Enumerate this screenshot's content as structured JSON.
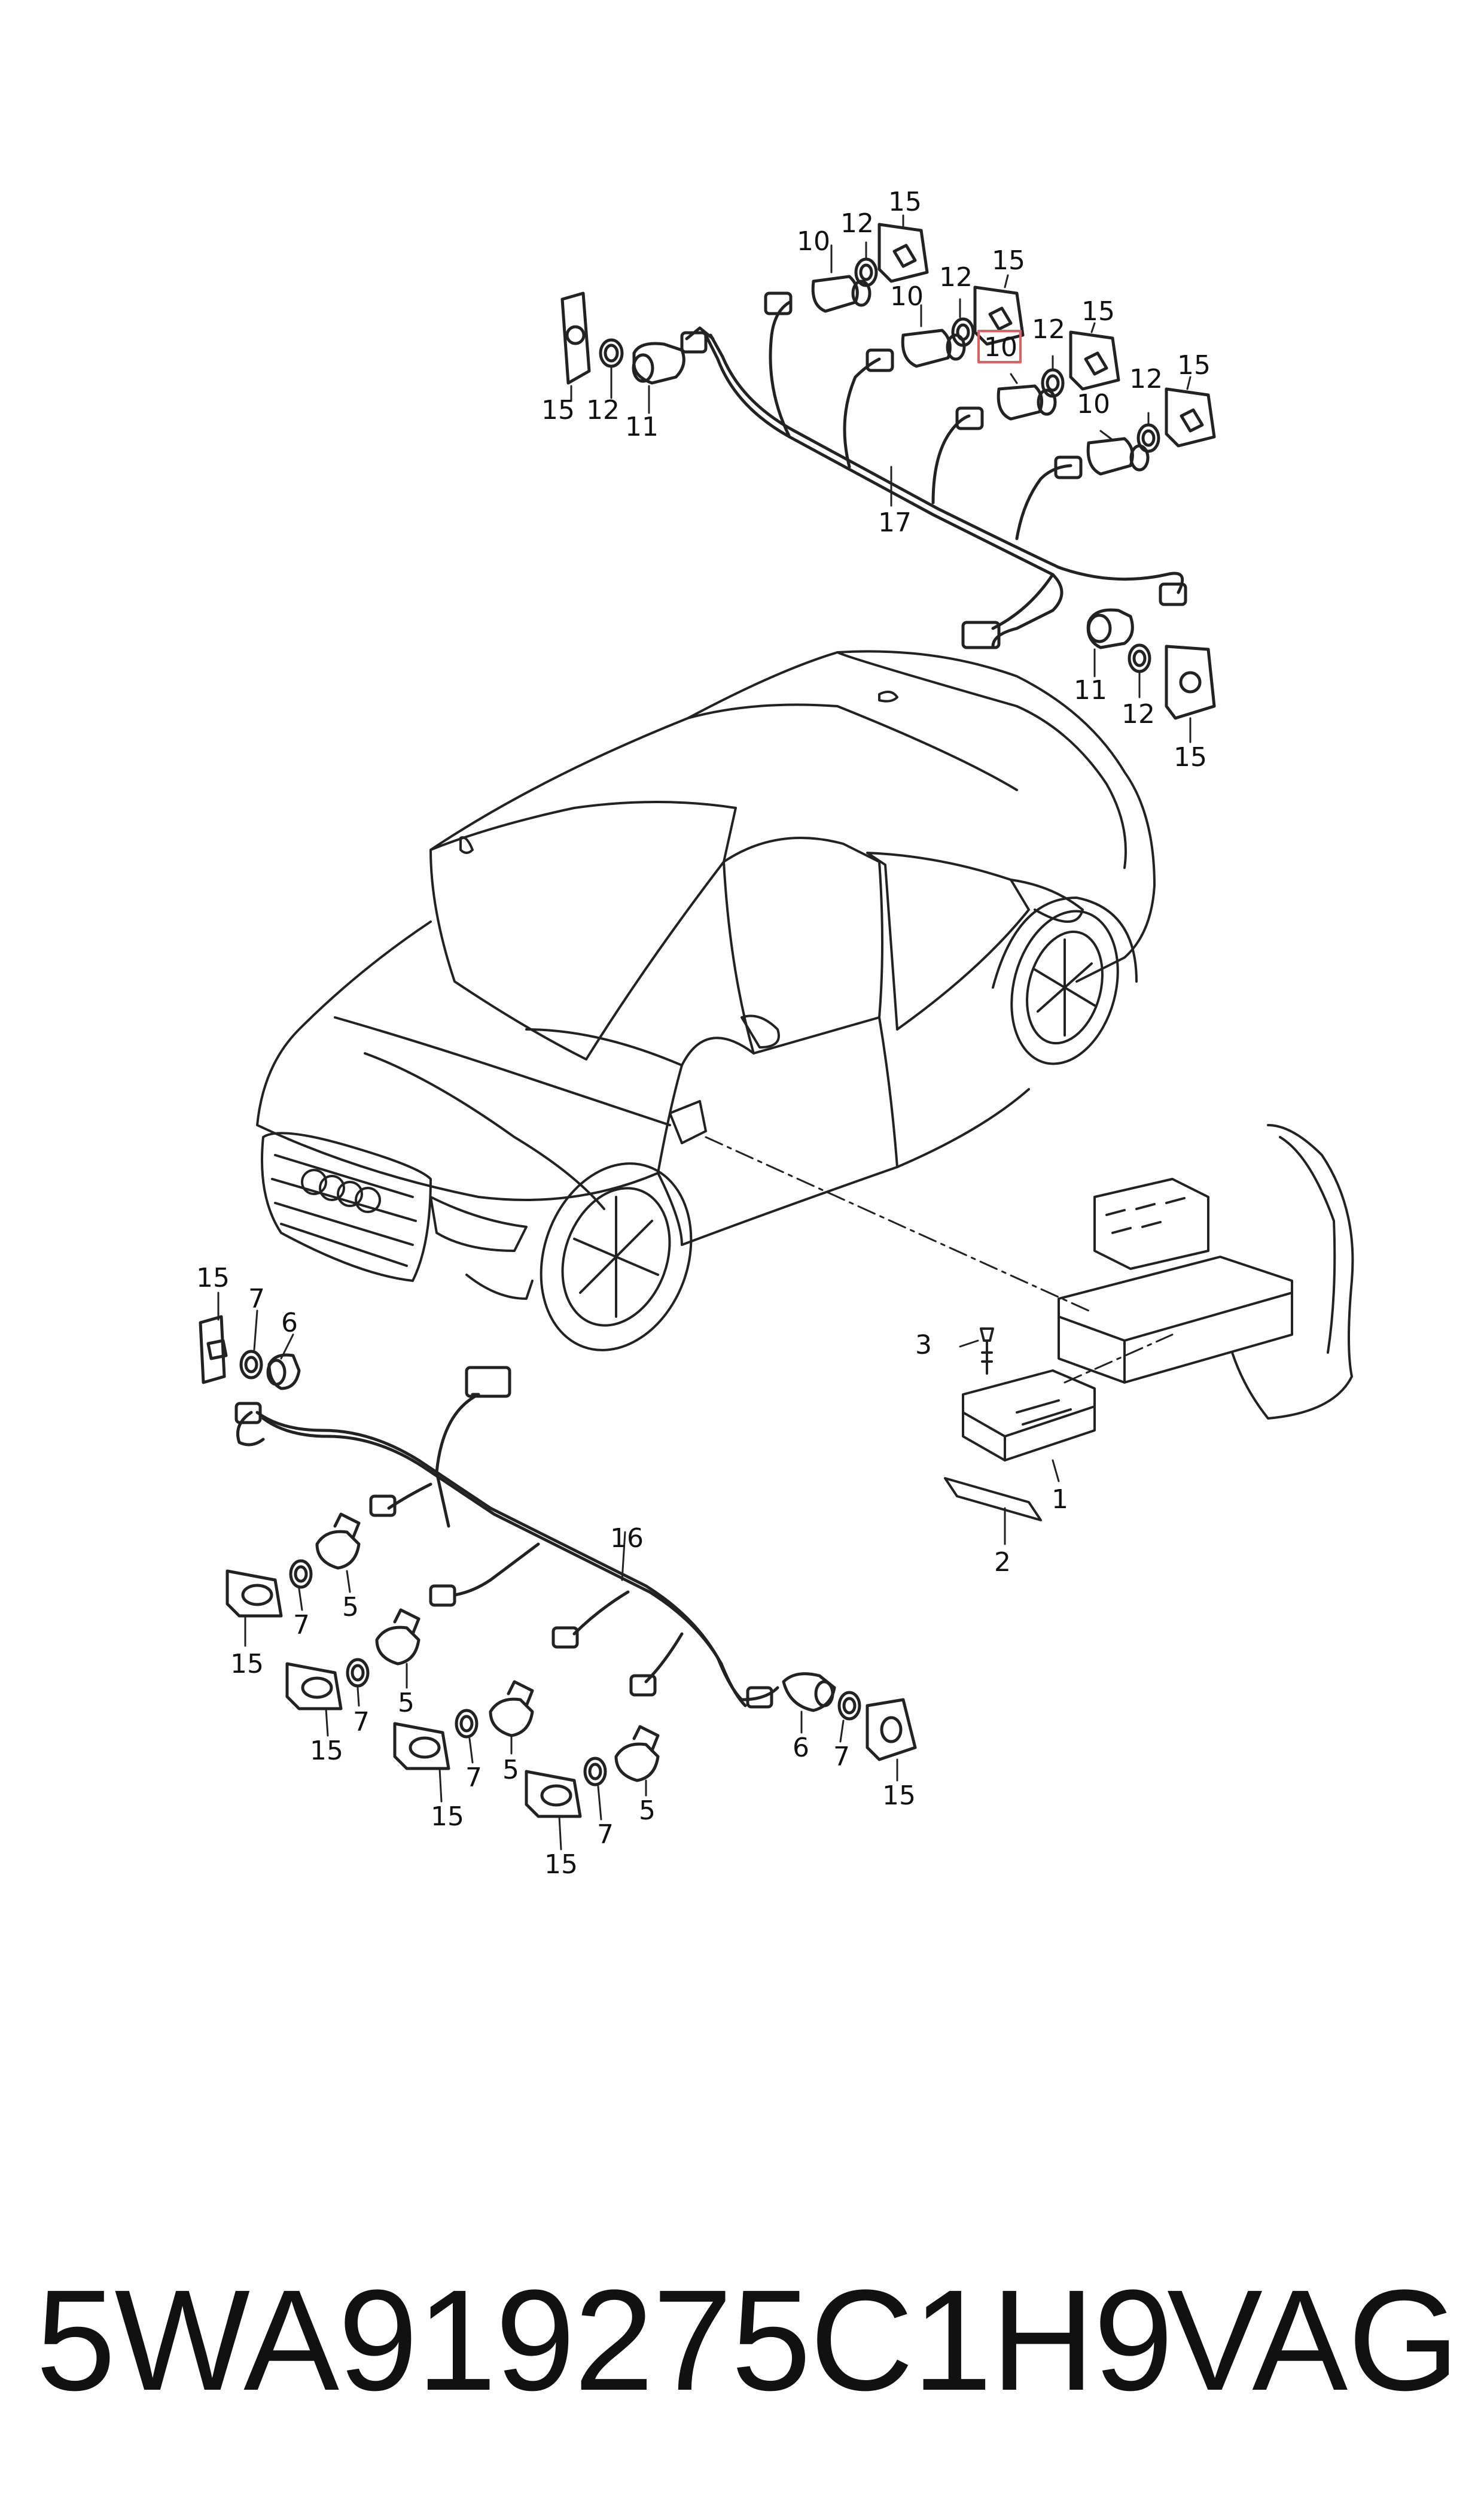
{
  "diagram": {
    "callouts": {
      "c1": "1",
      "c2": "2",
      "c3": "3",
      "c5a": "5",
      "c5b": "5",
      "c5c": "5",
      "c5d": "5",
      "c6a": "6",
      "c6b": "6",
      "c7a": "7",
      "c7b": "7",
      "c7c": "7",
      "c7d": "7",
      "c7e": "7",
      "c7f": "7",
      "c10a": "10",
      "c10b": "10",
      "c10c": "10",
      "c10d": "10",
      "c11a": "11",
      "c11b": "11",
      "c12a": "12",
      "c12b": "12",
      "c12c": "12",
      "c12d": "12",
      "c12e": "12",
      "c12f": "12",
      "c15a": "15",
      "c15b": "15",
      "c15c": "15",
      "c15d": "15",
      "c15e": "15",
      "c15f": "15",
      "c15g": "15",
      "c15h": "15",
      "c15i": "15",
      "c15j": "15",
      "c15k": "15",
      "c15l": "15",
      "c16": "16",
      "c17": "17"
    },
    "highlighted_callout": "10",
    "highlight_color": "#e06060"
  },
  "footer": {
    "part_number": "5WA919275C1H9",
    "brand": "VAG"
  }
}
